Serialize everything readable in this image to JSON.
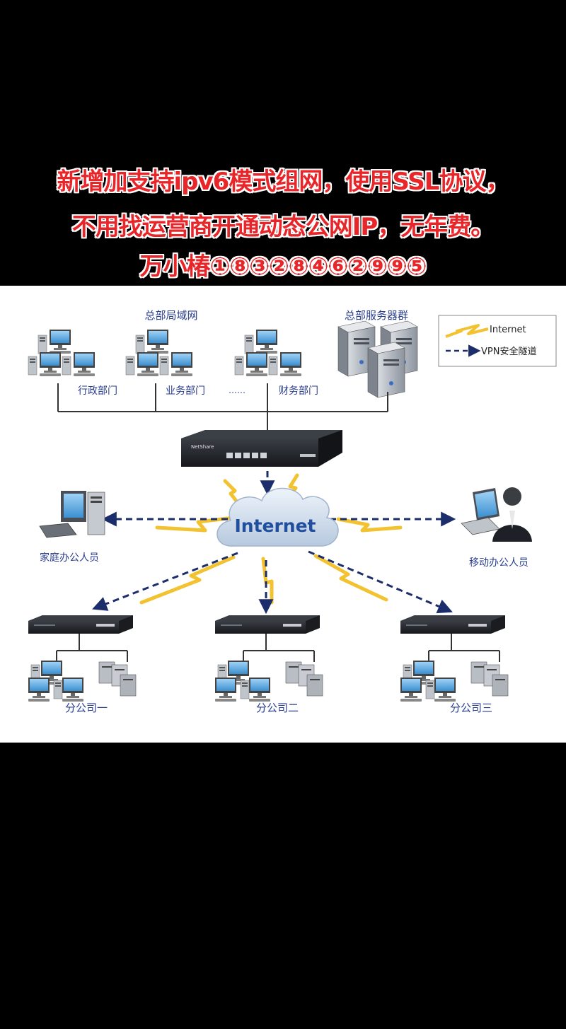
{
  "caption": {
    "line1": "新增加支持ipv6模式组网，使用SSL协议，",
    "line2": "不用找运营商开通动态公网IP，无年费。",
    "line3": "万小椿①⑧③②⑧④⑥②⑨⑨⑤"
  },
  "diagram": {
    "hq_lan": "总部局域网",
    "hq_servers": "总部服务器群",
    "dept_admin": "行政部门",
    "dept_business": "业务部门",
    "dept_dots": "……",
    "dept_finance": "财务部门",
    "device_brand": "NetShare",
    "cloud_label": "Internet",
    "home_office": "家庭办公人员",
    "mobile_office": "移动办公人员",
    "branch1": "分公司一",
    "branch2": "分公司二",
    "branch3": "分公司三"
  },
  "legend": {
    "internet": "Internet",
    "vpn": "VPN安全隧道"
  },
  "colors": {
    "caption_red": "#e8262a",
    "lightning_yellow": "#f2c230",
    "vpn_navy": "#1c2d6b",
    "label_blue": "#2a3e8f"
  }
}
